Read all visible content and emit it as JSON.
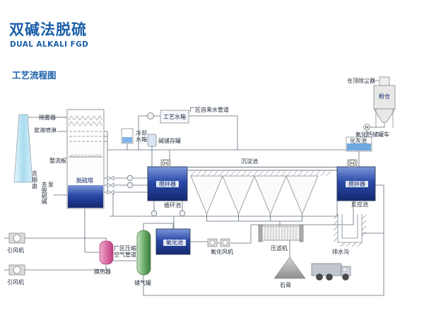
{
  "header": {
    "title": "双碱法脱硫",
    "subtitle": "DUAL ALKALI FGD",
    "section_title": "工艺流程图"
  },
  "diagram": {
    "motor_label": "M",
    "labels": {
      "to_chimney": "去烟囱",
      "demister": "除雾器",
      "slurry_spray": "浆液喷淋",
      "rectifier_plate": "整流板",
      "fgd_tower": "脱硫塔",
      "to_fgd_alkali_pump": "去脱硫碱泵",
      "id_fan_1": "引风机",
      "id_fan_2": "引风机",
      "heat_exchanger": "换热器",
      "gas_holder": "储气罐",
      "compressed_air_line1": "厂区压缩",
      "compressed_air_line2": "空气管道",
      "process_water_tank": "工艺水箱",
      "plant_tap_water": "厂区自来水管道",
      "cooling_water_line1": "冷却",
      "cooling_water_line2": "水箱",
      "alkali_storage_tank": "碱储存罐",
      "agitator_1": "搅拌器",
      "circulation_pool": "循环池",
      "sedimentation_pool": "沉淀池",
      "agitator_2": "搅拌器",
      "reaction_pool": "反应池",
      "lime_slaking_pool": "化灰池",
      "silo_top_dust_collector": "仓顶除尘器",
      "powder_silo": "粉仓",
      "cao_tank_truck": "氧化钙储罐车",
      "oxidation_pool": "氧化池",
      "oxidation_fan": "氧化风机",
      "filter_press": "压滤机",
      "drain_ditch": "排水沟",
      "gypsum": "石膏"
    },
    "colors": {
      "title_blue": "#1b5fa8",
      "tank_blue": "#2a4aa8",
      "chimney_cyan": "#a8dcee",
      "heat_exchanger_pink": "#d2478c",
      "gas_holder_green": "#5f9e5c",
      "lime_liquid_blue": "#6ea8e0",
      "gypsum_gray": "#a8a8a8",
      "pipe_gray": "#5d6b7b",
      "label_text": "#242e3c"
    }
  }
}
